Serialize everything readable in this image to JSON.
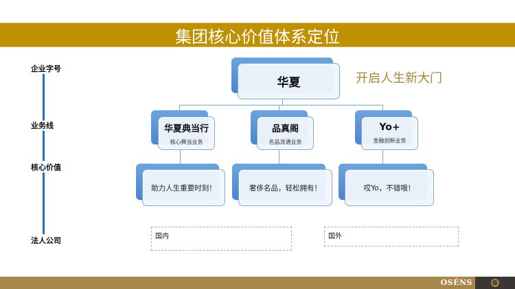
{
  "title": "集团核心价值体系定位",
  "axis": {
    "labels": [
      "企业字号",
      "业务线",
      "核心价值",
      "法人公司"
    ]
  },
  "slogan": "开启人生新大门",
  "root": {
    "label": "华夏"
  },
  "business_lines": [
    {
      "name": "华夏典当行",
      "desc": "核心典当业务",
      "value": "助力人生重要时刻！"
    },
    {
      "name": "品真阁",
      "desc": "名品流通业务",
      "value": "奢侈名品，轻松拥有！"
    },
    {
      "name": "Yo+",
      "desc": "金融创新业务",
      "value": "哎Yo，不错哦！"
    }
  ],
  "entities": {
    "domestic": "国内",
    "overseas": "国外"
  },
  "footer": {
    "brand": "OSÉNS"
  },
  "colors": {
    "title_bar": "#bf9000",
    "slogan": "#a9843b",
    "node_blue": "#4a86cf",
    "axis_line": "#1f6fc4",
    "footer": "#a8874a"
  }
}
